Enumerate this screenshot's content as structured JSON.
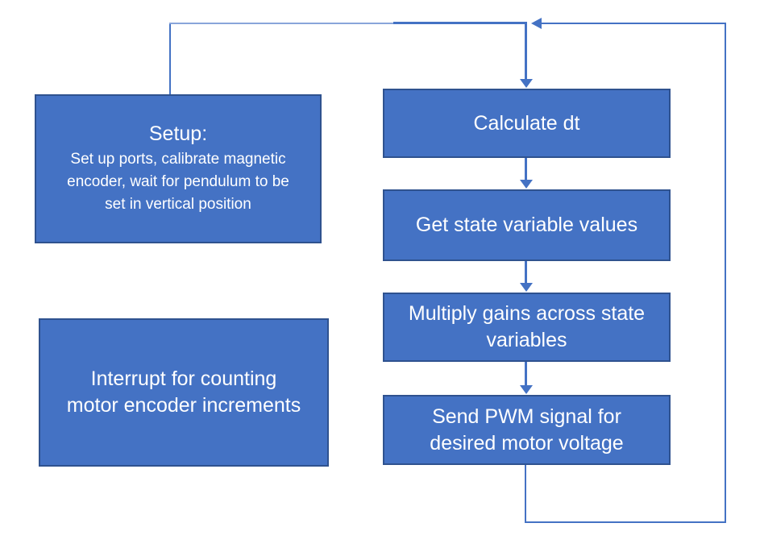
{
  "diagram": {
    "type": "flowchart",
    "background": "#FFFFFF",
    "node_style": {
      "fill": "#4472C4",
      "border": "#2F528F",
      "text_color": "#FFFFFF"
    },
    "connector_color": "#4472C4",
    "nodes": {
      "setup": {
        "title": "Setup:",
        "body_lines": [
          "Set up ports, calibrate magnetic",
          "encoder, wait for pendulum to be",
          "set in vertical position"
        ]
      },
      "interrupt": {
        "lines": [
          "Interrupt for counting",
          "motor encoder increments"
        ]
      },
      "calculate_dt": {
        "label": "Calculate dt"
      },
      "get_state": {
        "label": "Get state variable values"
      },
      "multiply_gains": {
        "lines": [
          "Multiply gains across state",
          "variables"
        ]
      },
      "send_pwm": {
        "lines": [
          "Send PWM signal for",
          "desired motor voltage"
        ]
      }
    },
    "edges": [
      {
        "from": "setup",
        "to": "calculate_dt",
        "route": "up-right-down"
      },
      {
        "from": "calculate_dt",
        "to": "get_state",
        "route": "down"
      },
      {
        "from": "get_state",
        "to": "multiply_gains",
        "route": "down"
      },
      {
        "from": "multiply_gains",
        "to": "send_pwm",
        "route": "down"
      },
      {
        "from": "send_pwm",
        "to": "calculate_dt",
        "route": "down-right-up-left",
        "note": "main control loop"
      }
    ]
  }
}
